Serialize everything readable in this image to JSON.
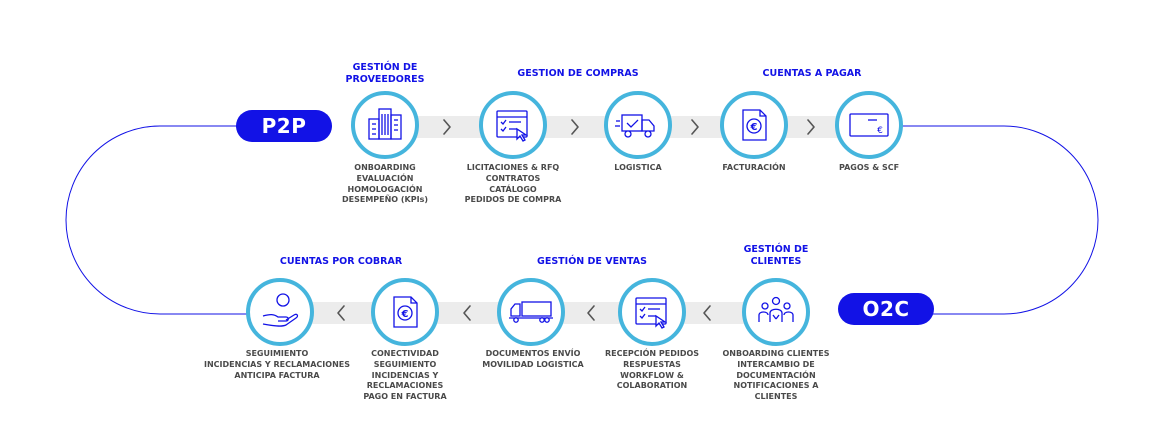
{
  "badges": {
    "p2p": "P2P",
    "o2c": "O2C"
  },
  "colors": {
    "blue": "#1212e6",
    "cyan": "#45b5dd",
    "band": "#ececec",
    "text": "#4a4a4a"
  },
  "p2p": {
    "heading_proveedores": "GESTIÓN DE\nPROVEEDORES",
    "heading_compras": "GESTION DE COMPRAS",
    "heading_pagar": "CUENTAS A PAGAR",
    "steps": [
      {
        "icon": "buildings-icon",
        "desc": "ONBOARDING\nEVALUACIÓN\nHOMOLOGACIÓN\nDESEMPEÑO (KPIs)"
      },
      {
        "icon": "browser-checklist-icon",
        "desc": "LICITACIONES & RFQ\nCONTRATOS\nCATÁLOGO\nPEDIDOS DE COMPRA"
      },
      {
        "icon": "delivery-truck-icon",
        "desc": "LOGISTICA"
      },
      {
        "icon": "euro-invoice-icon",
        "desc": "FACTURACIÓN"
      },
      {
        "icon": "euro-card-icon",
        "desc": "PAGOS & SCF"
      }
    ]
  },
  "o2c": {
    "heading_clientes": "GESTIÓN DE\nCLIENTES",
    "heading_ventas": "GESTIÓN DE VENTAS",
    "heading_cobrar": "CUENTAS POR COBRAR",
    "steps": [
      {
        "icon": "coin-hand-icon",
        "desc": "SEGUIMIENTO\nINCIDENCIAS Y RECLAMACIONES\nANTICIPA FACTURA"
      },
      {
        "icon": "euro-invoice-icon",
        "desc": "CONECTIVIDAD\nSEGUIMIENTO\nINCIDENCIAS Y\nRECLAMACIONES\nPAGO EN FACTURA"
      },
      {
        "icon": "semi-truck-icon",
        "desc": "DOCUMENTOS ENVÍO\nMOVILIDAD LOGISTICA"
      },
      {
        "icon": "browser-checklist-icon",
        "desc": "RECEPCIÓN PEDIDOS\nRESPUESTAS\nWORKFLOW &\nCOLABORATION"
      },
      {
        "icon": "people-network-icon",
        "desc": "ONBOARDING CLIENTES\nINTERCAMBIO DE\nDOCUMENTACIÓN\nNOTIFICACIONES A\nCLIENTES"
      }
    ]
  }
}
